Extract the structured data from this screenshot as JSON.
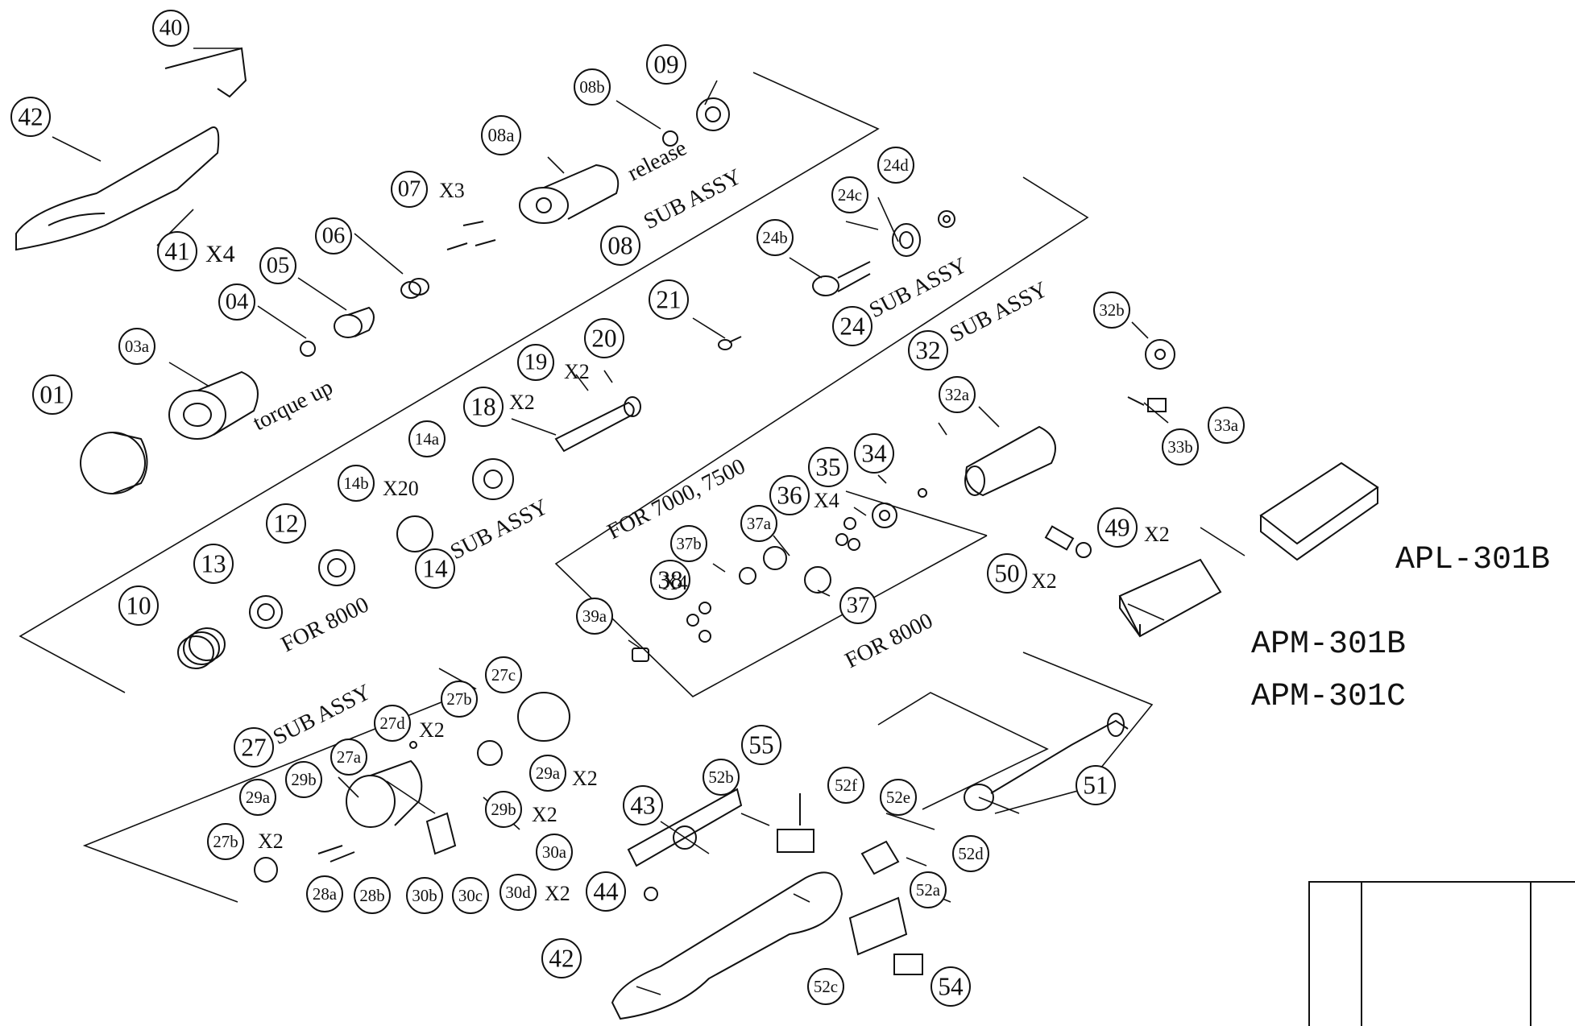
{
  "callouts": [
    "40",
    "42",
    "41",
    "09",
    "08b",
    "08a",
    "07",
    "06",
    "05",
    "04",
    "03a",
    "01",
    "24d",
    "24c",
    "24b",
    "24",
    "08",
    "21",
    "20",
    "19",
    "18",
    "32",
    "32a",
    "32b",
    "33a",
    "33b",
    "14a",
    "14b",
    "14",
    "12",
    "13",
    "10",
    "35",
    "34",
    "36",
    "37a",
    "37b",
    "37",
    "38",
    "39a",
    "49",
    "50",
    "27",
    "27a",
    "27b",
    "27c",
    "27d",
    "29a",
    "29b",
    "28a",
    "28b",
    "30a",
    "30b",
    "30c",
    "30d",
    "43",
    "44",
    "42b",
    "55",
    "52b",
    "52f",
    "52e",
    "52d",
    "52a",
    "52c",
    "54",
    "51"
  ],
  "quantities": {
    "x2": "X2",
    "x3": "X3",
    "x4": "X4",
    "x20": "X20"
  },
  "assembly_labels": {
    "sub_assy_08": "SUB ASSY",
    "sub_assy_24": "SUB ASSY",
    "sub_assy_32": "SUB ASSY",
    "sub_assy_14": "SUB ASSY",
    "sub_assy_27": "SUB ASSY",
    "release": "release",
    "torque_up": "torque up",
    "for_8000_a": "FOR 8000",
    "for_8000_b": "FOR 8000",
    "for_7000_7500": "FOR 7000, 7500"
  },
  "models": {
    "apl": "APL-301B",
    "apm_b": "APM-301B",
    "apm_c": "APM-301C"
  }
}
